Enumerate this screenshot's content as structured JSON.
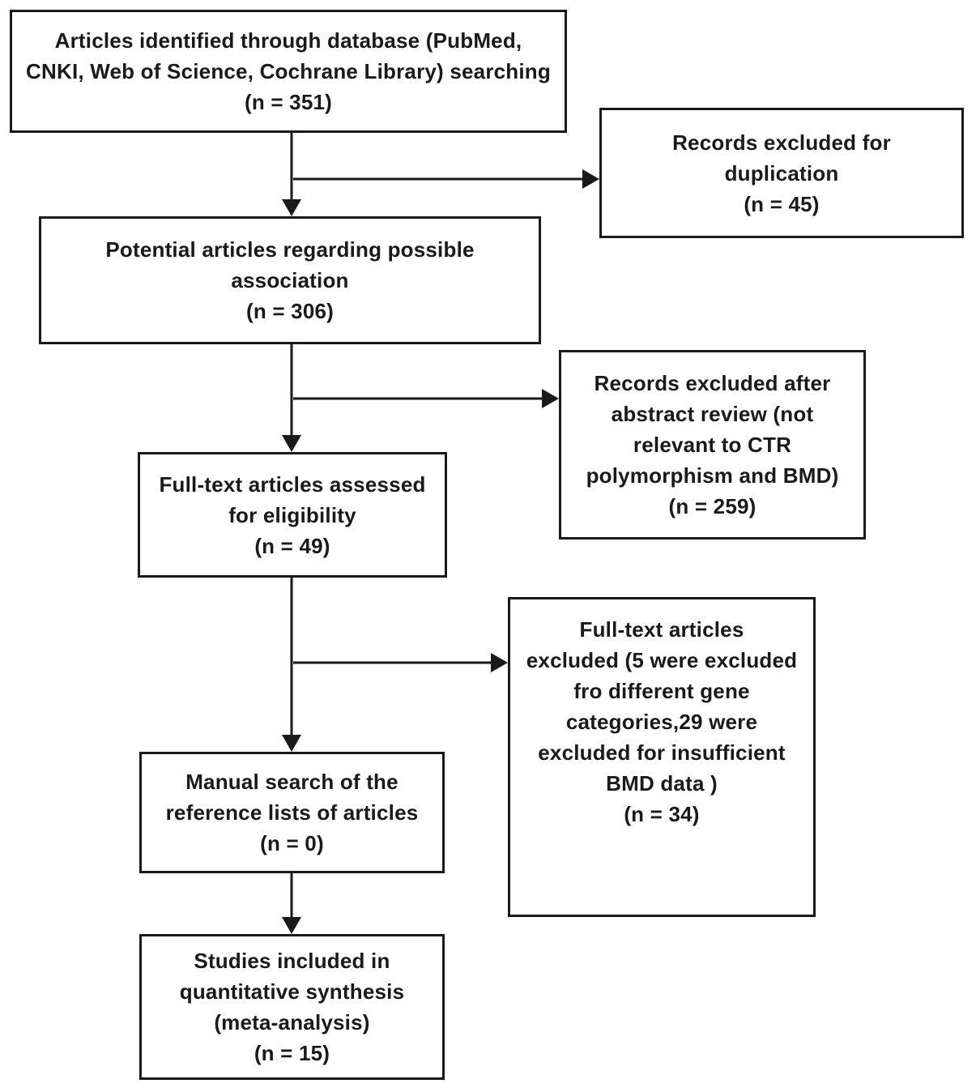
{
  "colors": {
    "ink": "#1a1a1a",
    "background": "#ffffff"
  },
  "flowchart": {
    "boxes": {
      "identified": {
        "text": "Articles identified through database (PubMed,\nCNKI, Web of Science, Cochrane Library) searching\n(n = 351)"
      },
      "excluded_duplication": {
        "text": "Records excluded for\nduplication\n(n =  45)"
      },
      "potential": {
        "text": "Potential articles  regarding possible\nassociation\n(n = 306)"
      },
      "excluded_abstract": {
        "text": "Records excluded after\nabstract review (not\nrelevant to CTR\npolymorphism and BMD)\n(n =  259)"
      },
      "fulltext_assessed": {
        "text": "Full-text articles assessed\nfor eligibility\n(n =  49)"
      },
      "fulltext_excluded": {
        "text": "Full-text articles\nexcluded (5 were excluded\nfro different gene\ncategories,29 were\nexcluded for insufficient\nBMD data )\n(n =  34)"
      },
      "manual_search": {
        "text": "Manual search of the\nreference lists of articles\n(n =  0)"
      },
      "included": {
        "text": "Studies included in\nquantitative synthesis\n(meta-analysis)\n(n =  15)"
      }
    }
  }
}
